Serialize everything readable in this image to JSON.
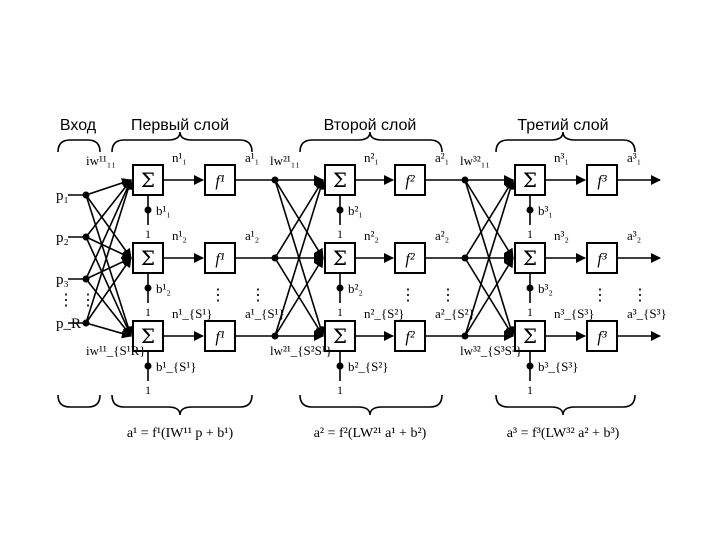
{
  "headers": {
    "input": "Вход",
    "layer1": "Первый слой",
    "layer2": "Второй слой",
    "layer3": "Третий слой"
  },
  "equations": {
    "layer1": "a¹ = f¹(IW¹¹ p + b¹)",
    "layer2": "a² = f²(LW²¹ a¹ + b²)",
    "layer3": "a³ = f³(LW³² a² + b³)"
  },
  "symbols": {
    "sum": "Σ",
    "vdots": "⋮"
  },
  "inputs": [
    "p₁",
    "p₂",
    "p₃",
    "p_R"
  ],
  "layers": [
    {
      "weight_top": "iw¹¹₁₁",
      "weight_bottom": "iw¹¹_{S¹R}",
      "n": [
        "n¹₁",
        "n¹₂",
        "n¹_{S¹}"
      ],
      "b": [
        "b¹₁",
        "b¹₂",
        "b¹_{S¹}"
      ],
      "f": "f¹",
      "a": [
        "a¹₁",
        "a¹₂",
        "a¹_{S¹}"
      ]
    },
    {
      "weight_top": "lw²¹₁₁",
      "weight_bottom": "lw²¹_{S²S¹}",
      "n": [
        "n²₁",
        "n²₂",
        "n²_{S²}"
      ],
      "b": [
        "b²₁",
        "b²₂",
        "b²_{S²}"
      ],
      "f": "f²",
      "a": [
        "a²₁",
        "a²₂",
        "a²_{S²}"
      ]
    },
    {
      "weight_top": "lw³²₁₁",
      "weight_bottom": "lw³²_{S³S²}",
      "n": [
        "n³₁",
        "n³₂",
        "n³_{S³}"
      ],
      "b": [
        "b³₁",
        "b³₂",
        "b³_{S³}"
      ],
      "f": "f³",
      "a": [
        "a³₁",
        "a³₂",
        "a³_{S³}"
      ]
    }
  ],
  "bias_input": "1"
}
